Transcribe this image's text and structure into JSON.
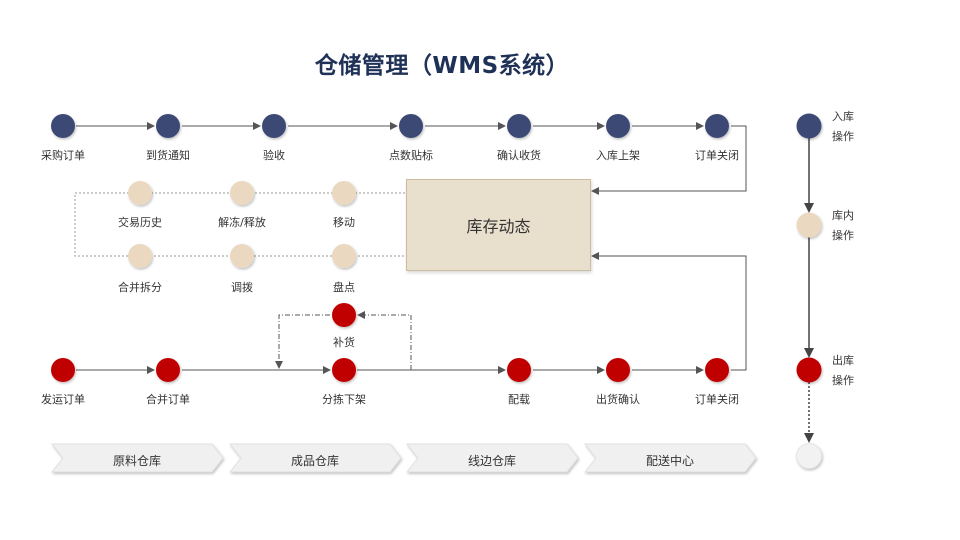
{
  "title": "仓储管理（WMS系统）",
  "colors": {
    "inbound": "#3d4a75",
    "internal": "#ead9c0",
    "outbound": "#c00000",
    "banner": "#f0f0f0"
  },
  "inbound_flow": [
    "采购订单",
    "到货通知",
    "验收",
    "点数贴标",
    "确认收货",
    "入库上架",
    "订单关闭"
  ],
  "center_box": "库存动态",
  "internal_top": [
    "交易历史",
    "解冻/释放",
    "移动"
  ],
  "internal_bottom": [
    "合并拆分",
    "调拨",
    "盘点"
  ],
  "replenish": "补货",
  "outbound_flow": [
    "发运订单",
    "合并订单",
    "分拣下架",
    "配载",
    "出货确认",
    "订单关闭"
  ],
  "warehouses": [
    "原料仓库",
    "成品仓库",
    "线边仓库",
    "配送中心"
  ],
  "legend": [
    {
      "line1": "入库",
      "line2": "操作"
    },
    {
      "line1": "库内",
      "line2": "操作"
    },
    {
      "line1": "出库",
      "line2": "操作"
    }
  ]
}
